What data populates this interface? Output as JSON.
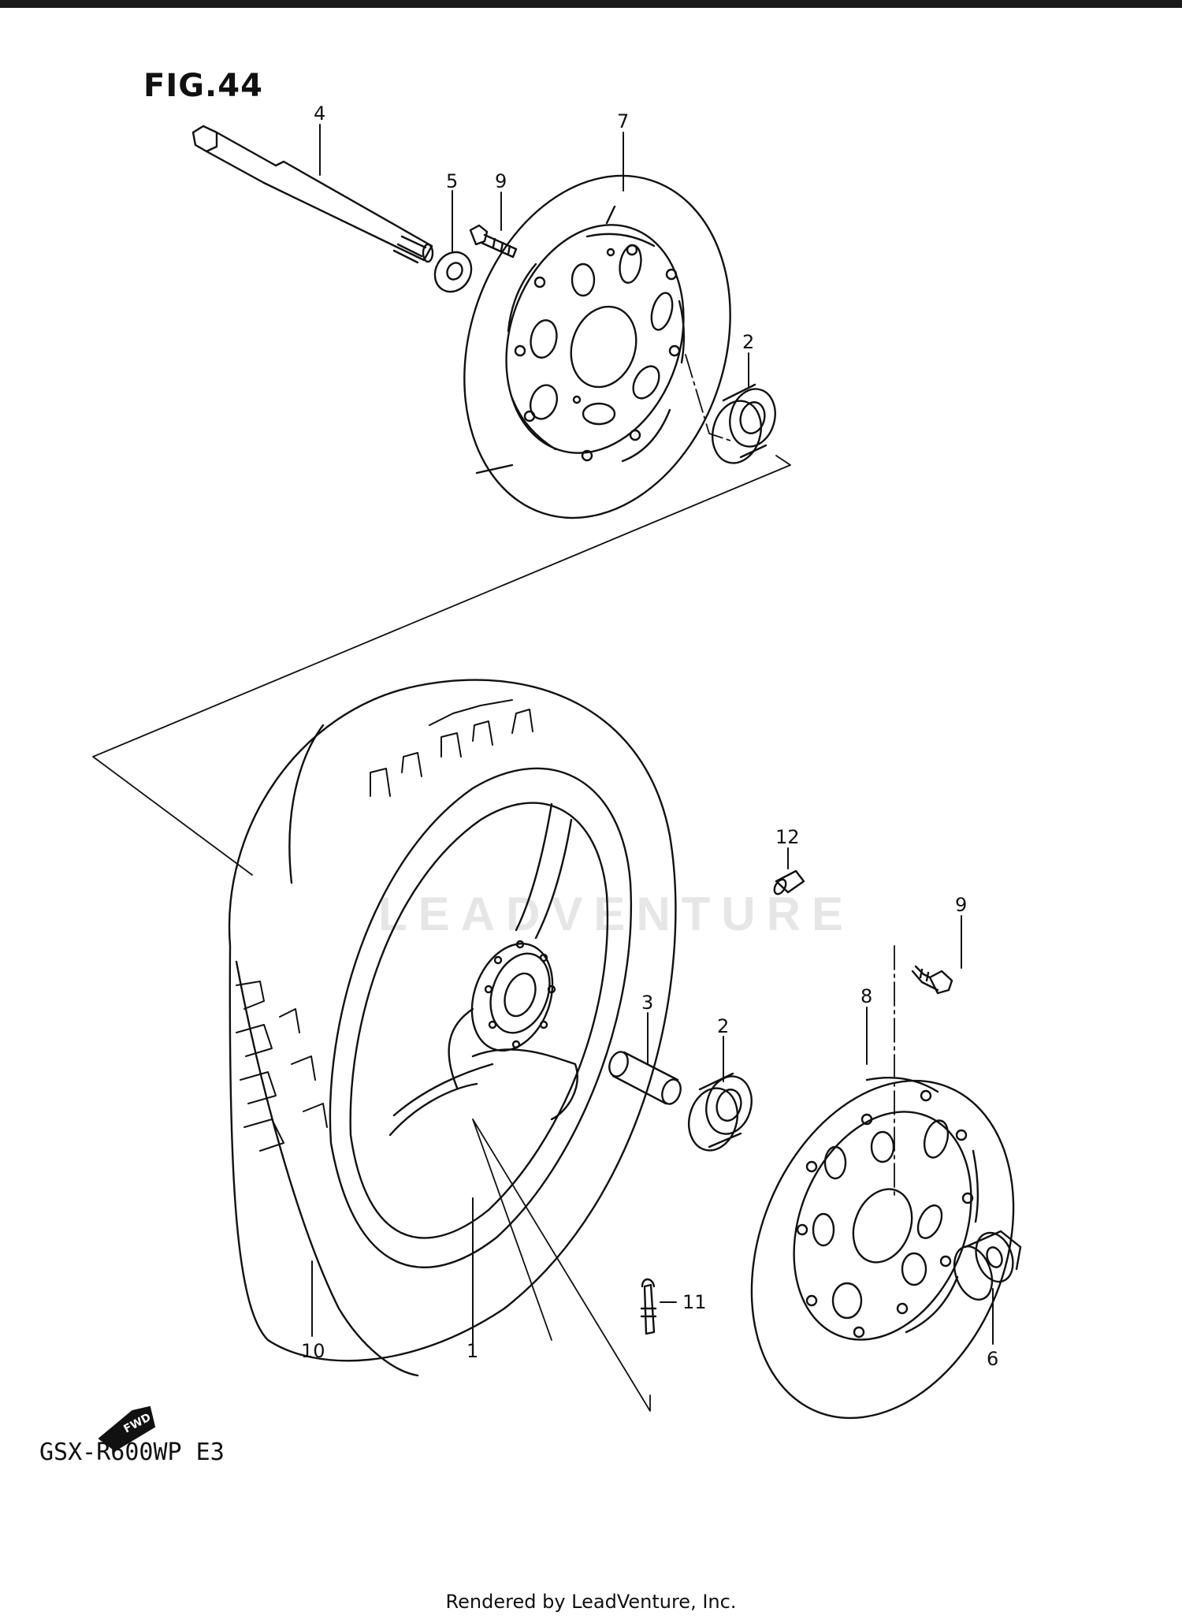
{
  "figure": {
    "title": "FIG.44",
    "model": "GSX-R600WP  E3",
    "watermark": "LEADVENTURE",
    "fwd_label": "FWD"
  },
  "callouts": {
    "c1": "1",
    "c2a": "2",
    "c2b": "2",
    "c3": "3",
    "c4": "4",
    "c5": "5",
    "c6": "6",
    "c7": "7",
    "c8": "8",
    "c9a": "9",
    "c9b": "9",
    "c10": "10",
    "c11": "11",
    "c12": "12"
  },
  "footer": "Rendered by LeadVenture, Inc."
}
